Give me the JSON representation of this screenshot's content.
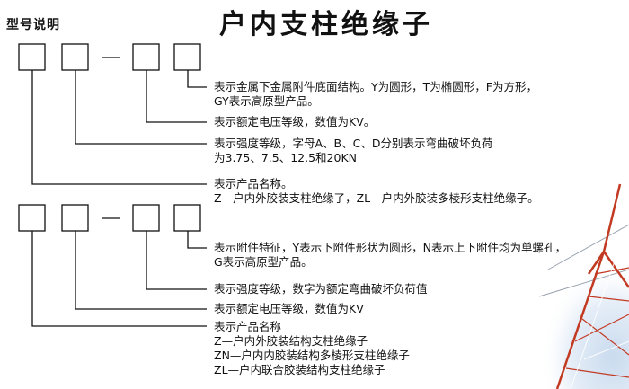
{
  "title": "户内支柱绝缘子",
  "section_label": "型号说明",
  "diagram1": {
    "descriptions": [
      {
        "lines": [
          "表示金属下金属附件底面结构。Y为圆形，T为椭圆形，F为方形，",
          "GY表示高原型产品。"
        ]
      },
      {
        "lines": [
          "表示额定电压等级，数值为KV。"
        ]
      },
      {
        "lines": [
          "表示强度等级，字母A、B、C、D分别表示弯曲破坏负荷",
          "为3.75、7.5、12.5和20KN"
        ]
      },
      {
        "lines": [
          "表示产品名称。",
          "Z—户内外胶装支柱绝缘了，ZL—户内外胶装多棱形支柱绝缘子。"
        ]
      }
    ]
  },
  "diagram2": {
    "descriptions": [
      {
        "lines": [
          "表示附件特征，Y表示下附件形状为圆形，N表示上下附件均为单螺孔，",
          "G表示高原型产品。"
        ]
      },
      {
        "lines": [
          "表示强度等级，数字为额定弯曲破坏负荷值"
        ]
      },
      {
        "lines": [
          "表示额定电压等级，数值为KV"
        ]
      },
      {
        "lines": [
          "表示产品名称",
          "Z—户内外胶装结构支柱绝缘子",
          "ZN—户内内胶装结构多棱形支柱绝缘子",
          "ZL—户内联合胶装结构支柱绝缘子"
        ]
      }
    ]
  }
}
